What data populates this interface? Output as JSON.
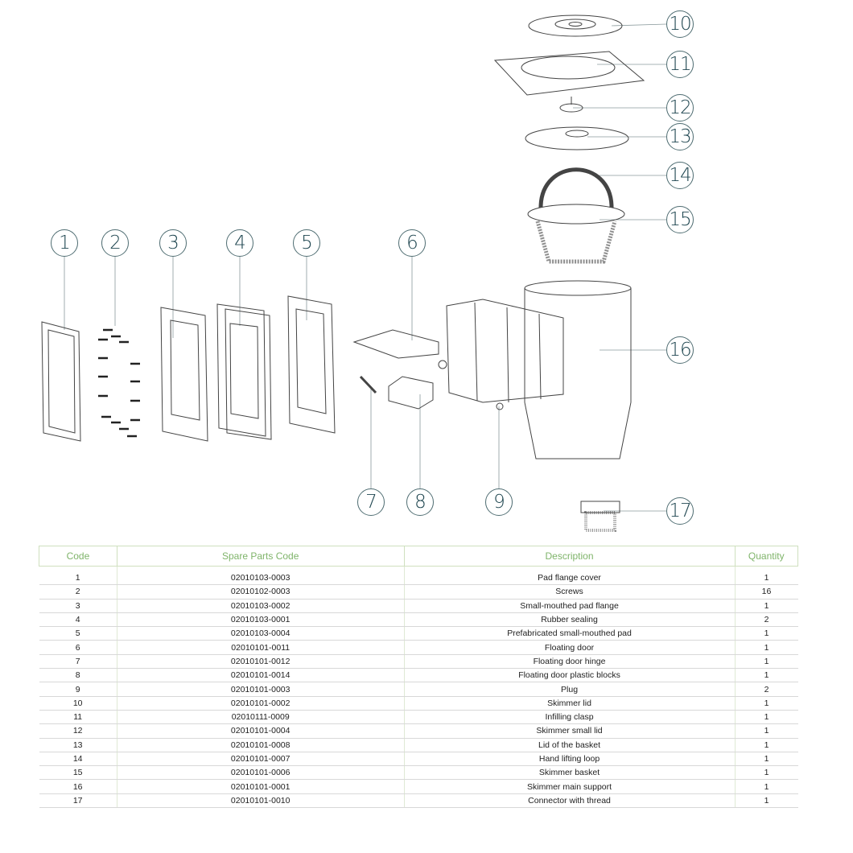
{
  "table": {
    "headers": {
      "code": "Code",
      "spare": "Spare Parts Code",
      "description": "Description",
      "quantity": "Quantity"
    },
    "rows": [
      {
        "code": "1",
        "spare": "02010103-0003",
        "description": "Pad flange cover",
        "quantity": "1"
      },
      {
        "code": "2",
        "spare": "02010102-0003",
        "description": "Screws",
        "quantity": "16"
      },
      {
        "code": "3",
        "spare": "02010103-0002",
        "description": "Small-mouthed pad flange",
        "quantity": "1"
      },
      {
        "code": "4",
        "spare": "02010103-0001",
        "description": "Rubber sealing",
        "quantity": "2"
      },
      {
        "code": "5",
        "spare": "02010103-0004",
        "description": "Prefabricated small-mouthed pad",
        "quantity": "1"
      },
      {
        "code": "6",
        "spare": "02010101-0011",
        "description": "Floating door",
        "quantity": "1"
      },
      {
        "code": "7",
        "spare": "02010101-0012",
        "description": "Floating door hinge",
        "quantity": "1"
      },
      {
        "code": "8",
        "spare": "02010101-0014",
        "description": "Floating door plastic blocks",
        "quantity": "1"
      },
      {
        "code": "9",
        "spare": "02010101-0003",
        "description": "Plug",
        "quantity": "2"
      },
      {
        "code": "10",
        "spare": "02010101-0002",
        "description": "Skimmer lid",
        "quantity": "1"
      },
      {
        "code": "11",
        "spare": "02010111-0009",
        "description": "Infilling clasp",
        "quantity": "1"
      },
      {
        "code": "12",
        "spare": "02010101-0004",
        "description": "Skimmer small lid",
        "quantity": "1"
      },
      {
        "code": "13",
        "spare": "02010101-0008",
        "description": "Lid of the basket",
        "quantity": "1"
      },
      {
        "code": "14",
        "spare": "02010101-0007",
        "description": "Hand lifting loop",
        "quantity": "1"
      },
      {
        "code": "15",
        "spare": "02010101-0006",
        "description": "Skimmer basket",
        "quantity": "1"
      },
      {
        "code": "16",
        "spare": "02010101-0001",
        "description": "Skimmer main support",
        "quantity": "1"
      },
      {
        "code": "17",
        "spare": "02010101-0010",
        "description": "Connector with thread",
        "quantity": "1"
      }
    ]
  },
  "colors": {
    "callout": "#1f4650",
    "header_text": "#7fb46a",
    "table_border": "#cfe0bf"
  }
}
